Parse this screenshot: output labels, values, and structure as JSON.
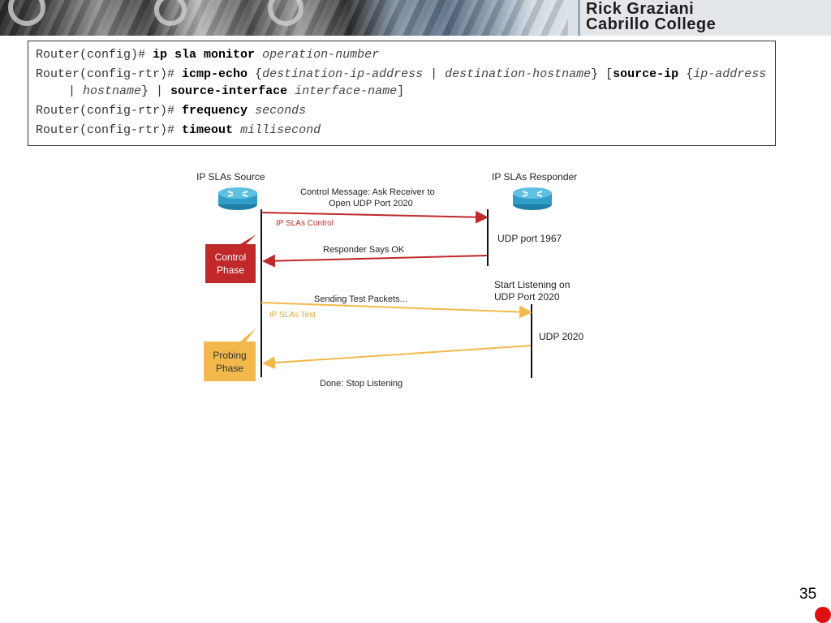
{
  "header": {
    "name": "Rick Graziani",
    "college": "Cabrillo College"
  },
  "commands": {
    "line1": {
      "prompt": "Router(config)# ",
      "keyword": "ip sla monitor",
      "arg": "operation-number"
    },
    "line2": {
      "prompt": "Router(config-rtr)# ",
      "keyword": "icmp-echo",
      "brace_open": " {",
      "arg1": "destination-ip-address",
      "sep1": " | ",
      "arg2": "destination-hostname",
      "brace_close": "} [",
      "keyword2": "source-ip",
      "brace2_open": " {",
      "arg3": "ip-address",
      "sep2": " | ",
      "arg4": "hostname",
      "brace2_close": "} | ",
      "keyword3": "source-interface",
      "arg5": "interface-name",
      "bracket_close": "]"
    },
    "line3": {
      "prompt": "Router(config-rtr)# ",
      "keyword": "frequency",
      "arg": "seconds"
    },
    "line4": {
      "prompt": "Router(config-rtr)# ",
      "keyword": "timeout",
      "arg": "millisecond"
    }
  },
  "diagram": {
    "source_label": "IP SLAs Source",
    "responder_label": "IP SLAs Responder",
    "msg_control_1": "Control Message: Ask Receiver to",
    "msg_control_2": "Open UDP Port 2020",
    "ipsla_control": "IP SLAs Control",
    "udp_1967": "UDP port 1967",
    "responder_ok": "Responder Says OK",
    "control_phase_1": "Control",
    "control_phase_2": "Phase",
    "start_listening_1": "Start Listening on",
    "start_listening_2": "UDP Port 2020",
    "sending_test": "Sending Test Packets...",
    "ipsla_test": "IP SLAs Test",
    "udp_2020": "UDP 2020",
    "probing_phase_1": "Probing",
    "probing_phase_2": "Phase",
    "done": "Done: Stop Listening",
    "colors": {
      "control": "#c0282a",
      "probe": "#f2b84b",
      "router": "#2e9dc8"
    }
  },
  "footer": {
    "page_number": "35"
  }
}
